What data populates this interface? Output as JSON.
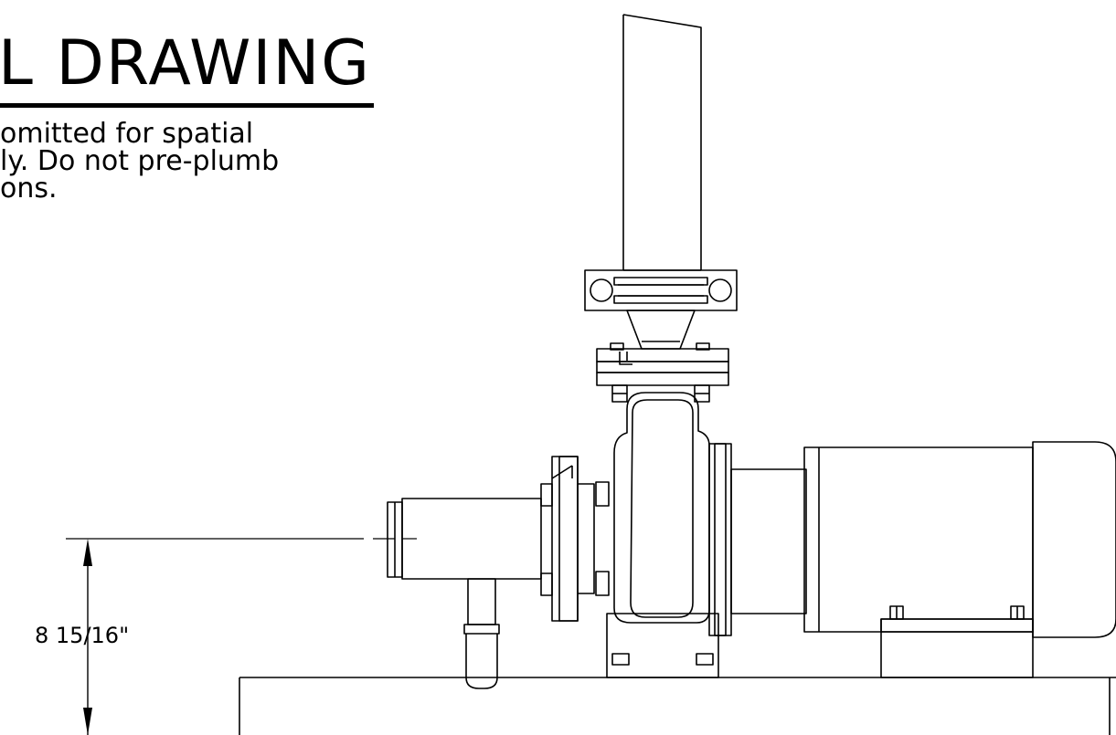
{
  "title": "L DRAWING",
  "note": {
    "line1": "omitted for spatial",
    "line2": "ly.  Do not pre-plumb",
    "line3": "ons."
  },
  "dimension": {
    "label": "8 15/16\""
  },
  "colors": {
    "line": "#000000",
    "background": "#ffffff"
  }
}
